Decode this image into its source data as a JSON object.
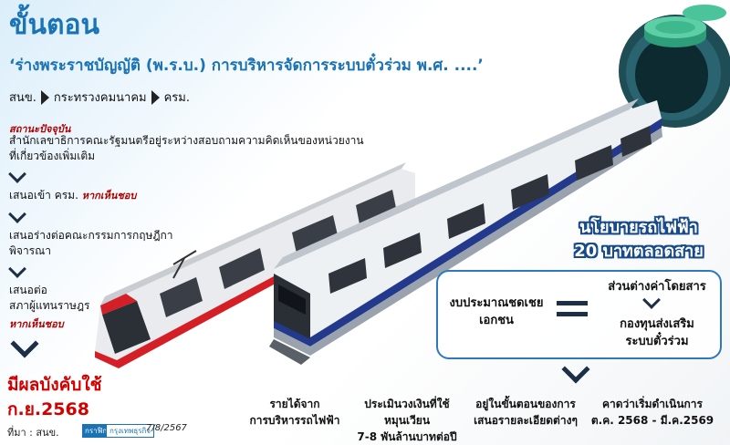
{
  "header": {
    "steps_title": "ขั้นตอน",
    "subject": "‘ร่างพระราชบัญญัติ (พ.ร.บ.) การบริหารจัดการระบบตั๋วร่วม พ.ศ. ....’"
  },
  "path": {
    "items": [
      "สนข.",
      "กระทรวงคมนาคม",
      "ครม."
    ]
  },
  "steps": {
    "status_label": "สถานะปัจจุบัน",
    "status_text_1": "สำนักเลขาธิการคณะรัฐมนตรีอยู่ระหว่างสอบถามความคิดเห็นของหน่วยงาน",
    "status_text_2": "ที่เกี่ยวข้องเพิ่มเติม",
    "step2_text": "เสนอเข้า ครม.",
    "step2_note": "หากเห็นชอบ",
    "step3_line1": "เสนอร่างต่อคณะกรรมการกฤษฎีกา",
    "step3_line2": "พิจารณา",
    "step4_line1": "เสนอต่อ",
    "step4_line2": "สภาผู้แทนราษฎร",
    "step4_note": "หากเห็นชอบ"
  },
  "effective": {
    "label": "มีผลบังคับใช้",
    "date": "ก.ย.2568"
  },
  "footer": {
    "source": "ที่มา : สนข.",
    "credit_badge": "กราฟิก",
    "credit_brand": "กรุงเทพธุรกิจ",
    "credit_date": "7/8/2567"
  },
  "policy": {
    "title": "นโยบายรถไฟฟ้า",
    "subtitle": "20 บาทตลอดสาย",
    "left_line1": "งบประมาณชดเชย",
    "left_line2": "เอกชน",
    "right_top": "ส่วนต่างค่าโดยสาร",
    "right_bottom_1": "กองทุนส่งเสริม",
    "right_bottom_2": "ระบบตั๋วร่วม"
  },
  "info": [
    {
      "line1": "รายได้จาก",
      "line2": "การบริหารรถไฟฟ้า"
    },
    {
      "line1": "ประเมินวงเงินที่ใช้หมุนเวียน",
      "line2": "7-8 พันล้านบาทต่อปี"
    },
    {
      "line1": "อยู่ในขั้นตอนของการ",
      "line2": "เสนอรายละเอียดต่างๆ"
    },
    {
      "line1": "คาดว่าเริ่มดำเนินการ",
      "line2": "ต.ค. 2568 - มี.ค.2569"
    }
  ],
  "colors": {
    "brand_blue": "#1a73b5",
    "alert_red": "#d30000",
    "box_border": "#2e78c0"
  },
  "icons": [
    "train-illustration",
    "tram-illustration",
    "coin-stack-icon",
    "tunnel-illustration"
  ]
}
